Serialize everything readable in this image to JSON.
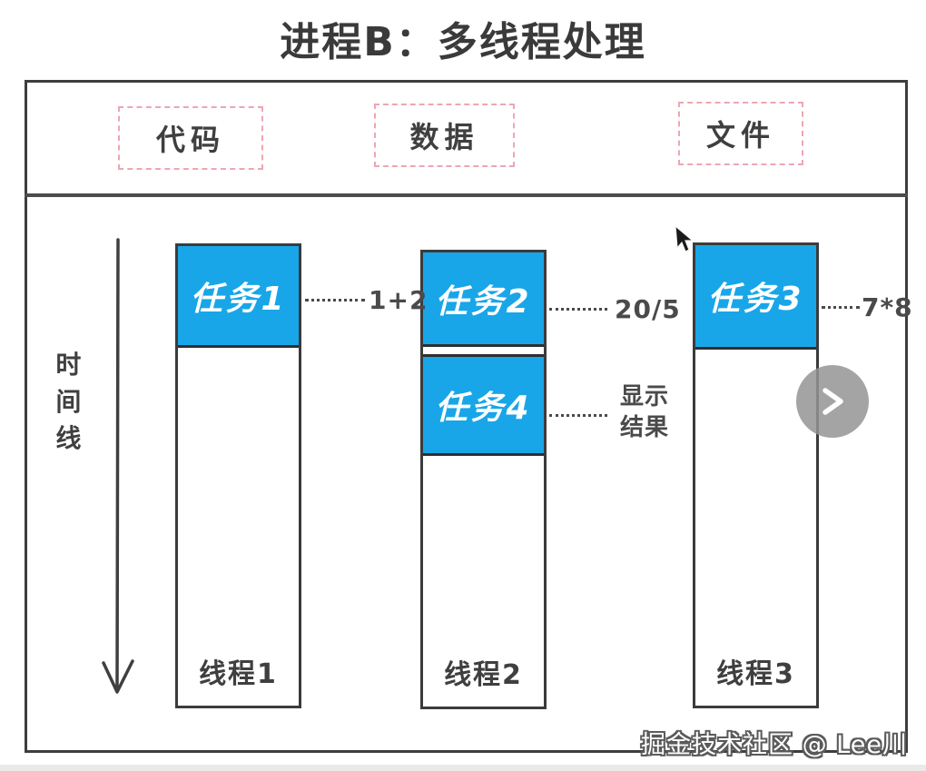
{
  "page": {
    "title": "进程B：多线程处理",
    "watermark": "掘金技术社区 @ Lee川"
  },
  "resources": [
    {
      "label": "代码"
    },
    {
      "label": "数据"
    },
    {
      "label": "文件"
    }
  ],
  "timeline": {
    "label": "时间线"
  },
  "threads": [
    {
      "name": "线程1",
      "tasks": [
        {
          "label": "任务1",
          "annotation": "1+2"
        }
      ]
    },
    {
      "name": "线程2",
      "tasks": [
        {
          "label": "任务2",
          "annotation": "20/5"
        },
        {
          "label": "任务4",
          "annotation": "显示结果"
        }
      ]
    },
    {
      "name": "线程3",
      "tasks": [
        {
          "label": "任务3",
          "annotation": "7*8"
        }
      ]
    }
  ],
  "controls": {
    "next_icon": "chevron-right"
  },
  "colors": {
    "task_blue": "#18a6e8",
    "border_dark": "#3d3d3d",
    "resource_border_pink": "#eda6b2",
    "next_button_gray": "#949494",
    "bottom_strip_gray": "#e9e9e7"
  }
}
